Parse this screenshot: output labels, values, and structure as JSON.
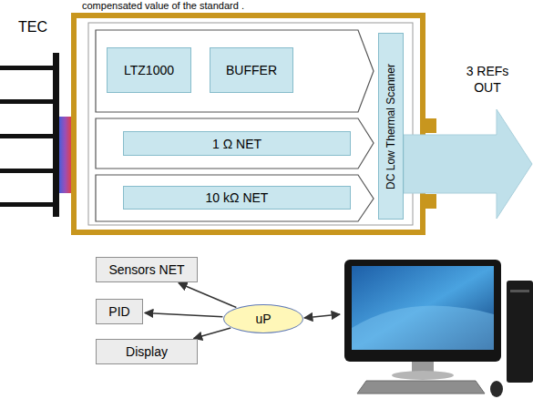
{
  "diagram": {
    "nodes": [
      {
        "text": [
          "LTZ1000"
        ]
      },
      {
        "text": [
          "BUFFER"
        ]
      },
      {
        "text": [
          "1 Ω NET"
        ]
      },
      {
        "text": [
          "10 kΩ NET"
        ]
      },
      {
        "text": [
          "DC Low Thermal Scanner"
        ]
      },
      {
        "text": [
          "Sensors NET"
        ]
      },
      {
        "text": [
          "PID"
        ]
      },
      {
        "text": [
          "Display"
        ]
      },
      {
        "text": [
          "uP"
        ]
      }
    ],
    "edges": [
      {
        "from": 8,
        "to": 5,
        "arrow": "to"
      },
      {
        "from": 8,
        "to": 6,
        "arrow": "to"
      },
      {
        "from": 8,
        "to": 7,
        "arrow": "to"
      }
    ],
    "labels": [
      "compensated value of the standard .",
      "TEC",
      "3 REFs OUT"
    ]
  }
}
